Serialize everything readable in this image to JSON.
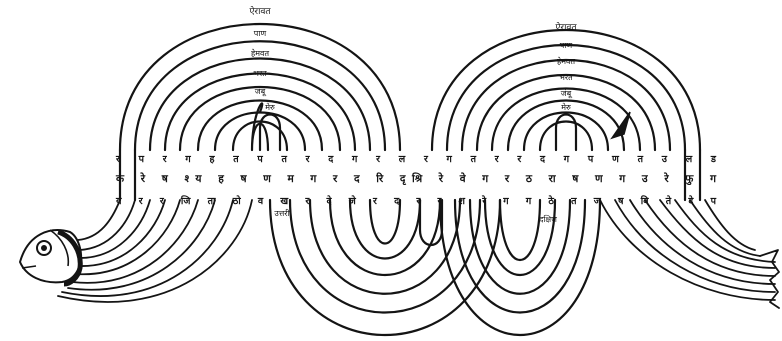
{
  "arch_labels": {
    "left": [
      "ऐरावत",
      "पाण",
      "हेमवत",
      "भरत",
      "जंबू",
      "मेरु"
    ],
    "right": [
      "ऐरावत",
      "पाण",
      "हेमवत",
      "भरत",
      "जंबू",
      "मेरु"
    ]
  },
  "letter_rows": {
    "top": "र प र ग ह त प   त र द ग र ल र   ग त र र द ग प ण त उ ल ड",
    "middle": "क रे ष श्य ह ष ण  म ग र द रि दृश्रि  रे वे ग र ठ रा   ष ण ग उ रे फु ग",
    "bottom": "य र र जि ता ठो व  ख र दे जे र द र र  श रे ग ग ठे त  ज ष वि ते दे प"
  },
  "side_labels": {
    "left": "उत्तरी",
    "right": "दक्षिण"
  },
  "colors": {
    "ink": "#141414",
    "paper": "#ffffff"
  },
  "icons": {
    "head": "fish-head-icon",
    "eye": "eye-icon",
    "tail": "tail-fin-icon",
    "marker": "arrow-marker-icon"
  }
}
